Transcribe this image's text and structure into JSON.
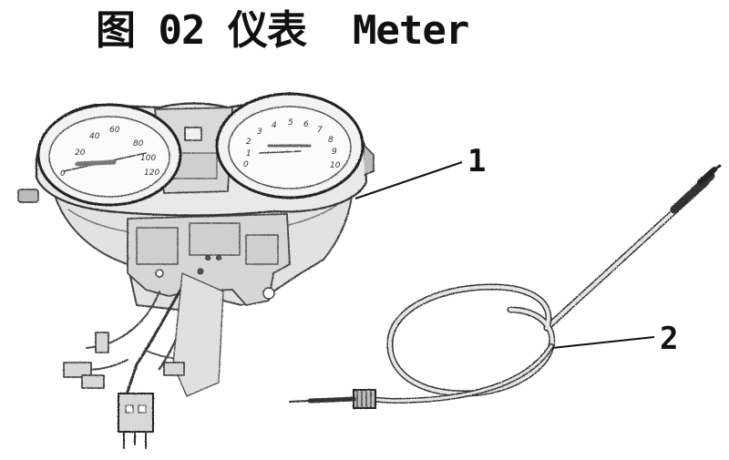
{
  "figure": {
    "title": "图 02 仪表  Meter"
  },
  "meter": {
    "speedometer_ticks": [
      "40",
      "60",
      "80",
      "20",
      "100",
      "0",
      "120"
    ],
    "tachometer_ticks": [
      "2",
      "3",
      "4",
      "5",
      "6",
      "7",
      "8",
      "9",
      "10",
      "0",
      "1"
    ]
  },
  "callouts": [
    {
      "number": "1",
      "part": "meter"
    },
    {
      "number": "2",
      "part": "speedometer-cable"
    }
  ]
}
